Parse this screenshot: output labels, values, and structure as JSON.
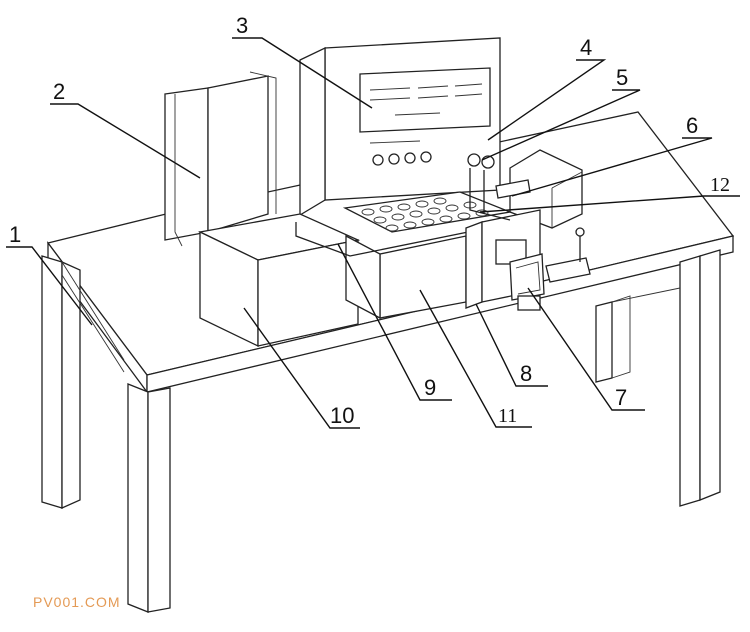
{
  "diagram": {
    "labels": [
      {
        "id": "1",
        "text": "1"
      },
      {
        "id": "2",
        "text": "2"
      },
      {
        "id": "3",
        "text": "3"
      },
      {
        "id": "4",
        "text": "4"
      },
      {
        "id": "5",
        "text": "5"
      },
      {
        "id": "6",
        "text": "6"
      },
      {
        "id": "7",
        "text": "7"
      },
      {
        "id": "8",
        "text": "8"
      },
      {
        "id": "9",
        "text": "9"
      },
      {
        "id": "10",
        "text": "10"
      },
      {
        "id": "11",
        "text": "11"
      },
      {
        "id": "12",
        "text": "12"
      }
    ],
    "watermark": "PV001.COM",
    "line_color": "#222222",
    "watermark_color": "#e49a55"
  }
}
